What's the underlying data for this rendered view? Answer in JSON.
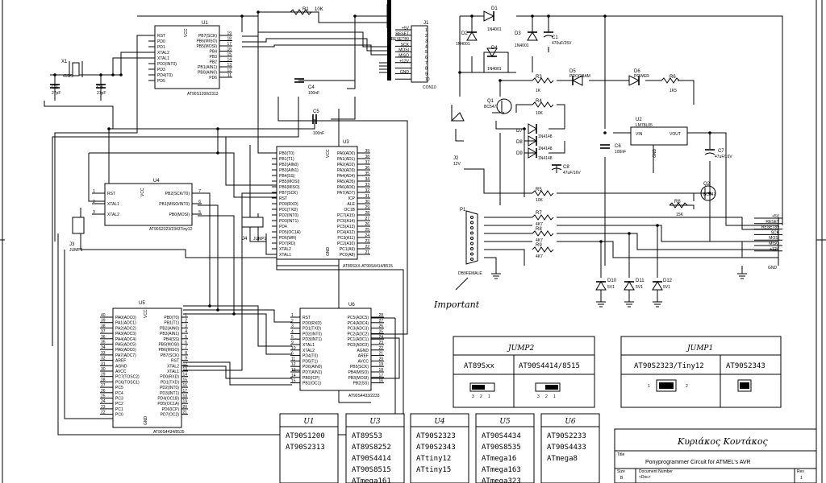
{
  "title_block": {
    "author": "Κυριάκος Κοντάκος",
    "title_label": "Title",
    "title": "Ponyprogrammer Circuit for ATMEL's AVR",
    "size_label": "Size",
    "size": "B",
    "docnum_label": "Document Number",
    "docnum": "<Doc>",
    "rev_label": "Rev",
    "rev": "1"
  },
  "note": "Important",
  "chips": {
    "u1": {
      "ref": "U1",
      "name": "AT90S1200/2313",
      "left": [
        "RST",
        "PD0",
        "PD1",
        "XTAL2",
        "XTAL1",
        "PD2(INT0)",
        "PD3",
        "PD4(T0)",
        "PD5"
      ],
      "right": [
        "PB7(SCK)",
        "PB6(MISO)",
        "PB5(MOSI)",
        "PB4",
        "PB3",
        "PB2",
        "PB1(AIN1)",
        "PB0(AIN0)",
        "PD6"
      ],
      "rpins": [
        "19",
        "18",
        "17",
        "16",
        "15",
        "14",
        "13",
        "12",
        "11"
      ]
    },
    "u3": {
      "ref": "U3",
      "name": "AT89SXX-AT90S4414/8515",
      "left": [
        "PB0(T0)",
        "PB1(T1)",
        "PB2(AIN0)",
        "PB3(AIN1)",
        "PB4(SS)",
        "PB5(MOSI)",
        "PB6(MISO)",
        "PB7(SCK)",
        "RST",
        "PD0(RXD)",
        "PD1(TXD)",
        "PD2(INT0)",
        "PD3(INT1)",
        "PD4",
        "PD5(OC1A)",
        "PD6(WR)",
        "PD7(RD)",
        "XTAL2",
        "XTAL1"
      ],
      "right": [
        "PA0(AD0)",
        "PA1(AD1)",
        "PA2(AD2)",
        "PA3(AD3)",
        "PA4(AD4)",
        "PA5(AD5)",
        "PA6(AD6)",
        "PA7(AD7)",
        "ICP",
        "ALE",
        "OC1B",
        "PC7(A15)",
        "PC6(A14)",
        "PC5(A13)",
        "PC4(A12)",
        "PC3(A11)",
        "PC2(A10)",
        "PC1(A9)",
        "PC0(A8)"
      ],
      "rpins": [
        "39",
        "38",
        "37",
        "36",
        "35",
        "34",
        "33",
        "32",
        "31",
        "30",
        "29",
        "28",
        "27",
        "26",
        "25",
        "24",
        "23",
        "22",
        "21"
      ]
    },
    "u4": {
      "ref": "U4",
      "name": "AT90S2323/2343Tiny12",
      "left": [
        "RST",
        "XTAL1",
        "XTAL2"
      ],
      "lpins": [
        "1",
        "2",
        "3"
      ],
      "right": [
        "PB2(SCK/T0)",
        "PB1(MISO/INT0)",
        "PB0(MOSI)"
      ],
      "rpins": [
        "7",
        "6",
        "5"
      ]
    },
    "u5": {
      "ref": "U5",
      "name": "AT90S4434/8535",
      "left": [
        "PA0(ADC0)",
        "PA1(ADC1)",
        "PA2(ADC2)",
        "PA3(ADC3)",
        "PA4(ADC4)",
        "PA5(ADC5)",
        "PA6(ADC6)",
        "PA7(ADC7)",
        "AREF",
        "AGND",
        "AVCC",
        "PC7(TOSC2)",
        "PC6(TOSC1)",
        "PC5",
        "PC4",
        "PC3",
        "PC2",
        "PC1",
        "PC0"
      ],
      "lpins": [
        "40",
        "39",
        "38",
        "37",
        "36",
        "35",
        "34",
        "33",
        "32",
        "31",
        "30",
        "29",
        "28",
        "27",
        "26",
        "25",
        "24",
        "23",
        "22"
      ],
      "right": [
        "PB0(T0)",
        "PB1(T1)",
        "PB2(AIN0)",
        "PB3(AIN1)",
        "PB4(SS)",
        "PB5(MOSI)",
        "PB6(MISO)",
        "PB7(SCK)",
        "RST",
        "XTAL2",
        "XTAL1",
        "PD0(RXD)",
        "PD1(TXD)",
        "PD2(INT0)",
        "PD3(INT1)",
        "PD4(OC1B)",
        "PD5(OC1A)",
        "PD6(ICP)",
        "PD7(OC2)"
      ],
      "rpins": [
        "1",
        "2",
        "3",
        "4",
        "5",
        "6",
        "7",
        "8",
        "9",
        "12",
        "13",
        "14",
        "15",
        "16",
        "17",
        "18",
        "19",
        "20",
        "21"
      ]
    },
    "u6": {
      "ref": "U6",
      "name": "AT90S4433/2233",
      "left": [
        "RST",
        "PD0(RXD)",
        "PD1(TXD)",
        "PD2(INT0)",
        "PD3(INT1)",
        "XTAL1",
        "XTAL2",
        "PD4(T0)",
        "PD5(T1)",
        "PD6(AIN0)",
        "PD7(AIN1)",
        "PB0(ICP)",
        "PB1(OC1)"
      ],
      "lpins": [
        "1",
        "2",
        "3",
        "4",
        "5",
        "9",
        "10",
        "6",
        "11",
        "12",
        "13",
        "14",
        "15"
      ],
      "right": [
        "PC5(ADC5)",
        "PC4(ADC4)",
        "PC3(ADC3)",
        "PC2(ADC2)",
        "PC1(ADC1)",
        "PC0(ADC0)",
        "AGND",
        "AREF",
        "AVCC",
        "PB5(SCK)",
        "PB4(MISO)",
        "PB3(MOSI)",
        "PB2(SS)"
      ],
      "rpins": [
        "28",
        "27",
        "26",
        "25",
        "24",
        "23",
        "22",
        "21",
        "20",
        "19",
        "18",
        "17",
        "16"
      ]
    },
    "u2": {
      "ref": "U2",
      "name": "LM78L05",
      "vin": "VIN",
      "vout": "VOUT",
      "gnd": "GND"
    }
  },
  "connector_j1": {
    "ref": "J1",
    "name": "CON10",
    "signals": [
      "+5V",
      "RESET",
      "RESET89",
      "SCK",
      "MOSI",
      "MISO",
      "+12V",
      "",
      "GND",
      ""
    ],
    "pins": [
      "1",
      "2",
      "3",
      "4",
      "5",
      "6",
      "7",
      "8",
      "9",
      "10"
    ]
  },
  "bus_right": {
    "signals": [
      "+5V",
      "RESET",
      "RESET89",
      "SCK",
      "MOSI",
      "MISO",
      "+12V"
    ],
    "gnd": "GND"
  },
  "components": {
    "r1": {
      "ref": "R1",
      "value": "10K"
    },
    "x1": {
      "ref": "X1",
      "value": "4MHz"
    },
    "c2": {
      "ref": "C2",
      "value": "27pF"
    },
    "c3": {
      "ref": "C3",
      "value": "27pF"
    },
    "c4": {
      "ref": "C4",
      "value": "100nF"
    },
    "c5": {
      "ref": "C5",
      "value": "100nF"
    },
    "c1": {
      "ref": "C1",
      "value": "470uF/25V"
    },
    "c6": {
      "ref": "C6",
      "value": "100nF"
    },
    "c7": {
      "ref": "C7",
      "value": "47uF/16V"
    },
    "c8": {
      "ref": "C8",
      "value": "47uF/16V"
    },
    "d1": {
      "ref": "D1",
      "value": "1N4001"
    },
    "d2": {
      "ref": "D2",
      "value": "1N4001"
    },
    "d3": {
      "ref": "D3",
      "value": "1N4001"
    },
    "d4": {
      "ref": "D4",
      "value": "1N4001"
    },
    "d5": {
      "ref": "D5",
      "value": "PROGRAM"
    },
    "d6": {
      "ref": "D6",
      "value": "POWER"
    },
    "d7": {
      "ref": "D7",
      "value": "1N4148"
    },
    "d8": {
      "ref": "D8",
      "value": "1N4148"
    },
    "d9": {
      "ref": "D9",
      "value": "1N4148"
    },
    "d10": {
      "ref": "D10",
      "value": "5V1"
    },
    "d11": {
      "ref": "D11",
      "value": "5V1"
    },
    "d12": {
      "ref": "D12",
      "value": "5V1"
    },
    "r3": {
      "ref": "R3",
      "value": "1K"
    },
    "r4": {
      "ref": "R4",
      "value": "10K"
    },
    "r5": {
      "ref": "R5",
      "value": "10K"
    },
    "r6": {
      "ref": "R6",
      "value": "1K5"
    },
    "r7": {
      "ref": "R7",
      "value": "4K7"
    },
    "r8": {
      "ref": "R8",
      "value": "4K7"
    },
    "r9": {
      "ref": "R9",
      "value": "4K7"
    },
    "rb": {
      "ref": "R8",
      "value": "15K"
    },
    "q1": {
      "ref": "Q1",
      "value": "BC547"
    },
    "q2": {
      "ref": "Q2",
      "value": "BC547"
    },
    "j2": {
      "ref": "J2",
      "value": "12V"
    },
    "j3": {
      "ref": "J3",
      "value": "JUMP1"
    },
    "j4": {
      "ref": "J4",
      "value": "JUMP2"
    },
    "p1": {
      "ref": "P1",
      "value": "DB9FEMALE"
    },
    "vcc": "VCC",
    "gnd": "GND"
  },
  "jump_tables": {
    "jump2": {
      "title": "JUMP2",
      "col1": "AT89Sxx",
      "col2": "AT90S4414/8515"
    },
    "jump1": {
      "title": "JUMP1",
      "col1": "AT90S2323/Tiny12",
      "col2": "AT90S2343"
    },
    "pin_a": "1",
    "pin_b": "2",
    "pin_c": "3"
  },
  "chip_lists": [
    {
      "ref": "U1",
      "items": [
        "AT90S1200",
        "AT90S2313"
      ]
    },
    {
      "ref": "U3",
      "items": [
        "AT89S53",
        "AT89S8252",
        "AT90S4414",
        "AT90S8515",
        "ATmega161"
      ]
    },
    {
      "ref": "U4",
      "items": [
        "AT90S2323",
        "AT90S2343",
        "ATtiny12",
        "ATtiny15"
      ]
    },
    {
      "ref": "U5",
      "items": [
        "AT90S4434",
        "AT90S8535",
        "ATmega16",
        "ATmega163",
        "ATmega323"
      ]
    },
    {
      "ref": "U6",
      "items": [
        "AT90S2233",
        "AT90S4433",
        "ATmega8"
      ]
    }
  ]
}
